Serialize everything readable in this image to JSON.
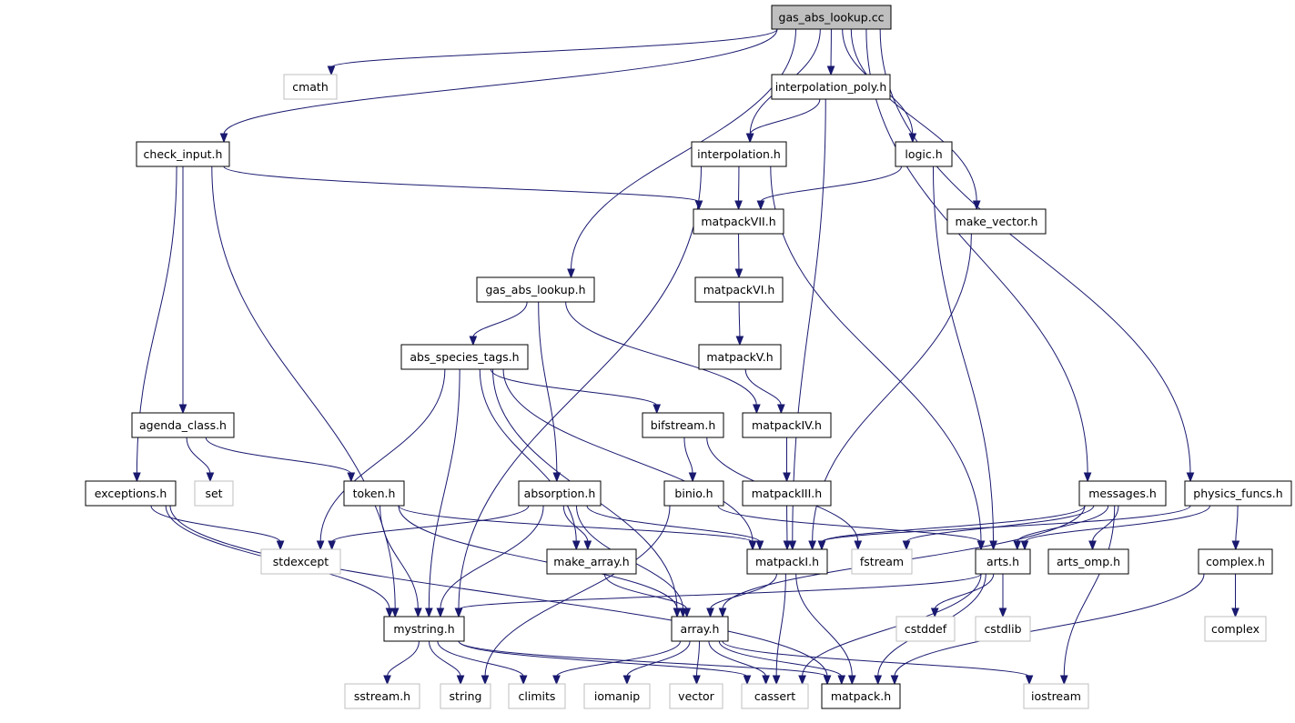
{
  "graph": {
    "edge_color": "#191970",
    "root_fill": "#bfbfbf",
    "local_border": "#000000",
    "system_border": "#bfbfbf",
    "nodes": [
      {
        "id": "gas_abs_lookup_cc",
        "label": "gas_abs_lookup.cc",
        "kind": "root"
      },
      {
        "id": "cmath",
        "label": "cmath",
        "kind": "system"
      },
      {
        "id": "interpolation_poly_h",
        "label": "interpolation_poly.h",
        "kind": "local"
      },
      {
        "id": "check_input_h",
        "label": "check_input.h",
        "kind": "local"
      },
      {
        "id": "interpolation_h",
        "label": "interpolation.h",
        "kind": "local"
      },
      {
        "id": "logic_h",
        "label": "logic.h",
        "kind": "local"
      },
      {
        "id": "matpackVII_h",
        "label": "matpackVII.h",
        "kind": "local"
      },
      {
        "id": "make_vector_h",
        "label": "make_vector.h",
        "kind": "local"
      },
      {
        "id": "gas_abs_lookup_h",
        "label": "gas_abs_lookup.h",
        "kind": "local"
      },
      {
        "id": "matpackVI_h",
        "label": "matpackVI.h",
        "kind": "local"
      },
      {
        "id": "abs_species_tags_h",
        "label": "abs_species_tags.h",
        "kind": "local"
      },
      {
        "id": "matpackV_h",
        "label": "matpackV.h",
        "kind": "local"
      },
      {
        "id": "agenda_class_h",
        "label": "agenda_class.h",
        "kind": "local"
      },
      {
        "id": "bifstream_h",
        "label": "bifstream.h",
        "kind": "local"
      },
      {
        "id": "matpackIV_h",
        "label": "matpackIV.h",
        "kind": "local"
      },
      {
        "id": "exceptions_h",
        "label": "exceptions.h",
        "kind": "local"
      },
      {
        "id": "set",
        "label": "set",
        "kind": "system"
      },
      {
        "id": "token_h",
        "label": "token.h",
        "kind": "local"
      },
      {
        "id": "absorption_h",
        "label": "absorption.h",
        "kind": "local"
      },
      {
        "id": "binio_h",
        "label": "binio.h",
        "kind": "local"
      },
      {
        "id": "matpackIII_h",
        "label": "matpackIII.h",
        "kind": "local"
      },
      {
        "id": "messages_h",
        "label": "messages.h",
        "kind": "local"
      },
      {
        "id": "physics_funcs_h",
        "label": "physics_funcs.h",
        "kind": "local"
      },
      {
        "id": "stdexcept",
        "label": "stdexcept",
        "kind": "system"
      },
      {
        "id": "make_array_h",
        "label": "make_array.h",
        "kind": "local"
      },
      {
        "id": "matpackI_h",
        "label": "matpackI.h",
        "kind": "local"
      },
      {
        "id": "fstream",
        "label": "fstream",
        "kind": "system"
      },
      {
        "id": "arts_h",
        "label": "arts.h",
        "kind": "local"
      },
      {
        "id": "arts_omp_h",
        "label": "arts_omp.h",
        "kind": "local"
      },
      {
        "id": "complex_h",
        "label": "complex.h",
        "kind": "local"
      },
      {
        "id": "mystring_h",
        "label": "mystring.h",
        "kind": "local"
      },
      {
        "id": "array_h",
        "label": "array.h",
        "kind": "local"
      },
      {
        "id": "cstddef",
        "label": "cstddef",
        "kind": "system"
      },
      {
        "id": "cstdlib",
        "label": "cstdlib",
        "kind": "system"
      },
      {
        "id": "complex",
        "label": "complex",
        "kind": "system"
      },
      {
        "id": "sstream_h",
        "label": "sstream.h",
        "kind": "system"
      },
      {
        "id": "string",
        "label": "string",
        "kind": "system"
      },
      {
        "id": "climits",
        "label": "climits",
        "kind": "system"
      },
      {
        "id": "iomanip",
        "label": "iomanip",
        "kind": "system"
      },
      {
        "id": "vector",
        "label": "vector",
        "kind": "system"
      },
      {
        "id": "cassert",
        "label": "cassert",
        "kind": "system"
      },
      {
        "id": "matpack_h",
        "label": "matpack.h",
        "kind": "local"
      },
      {
        "id": "iostream",
        "label": "iostream",
        "kind": "system"
      }
    ],
    "edges": [
      [
        "gas_abs_lookup_cc",
        "cmath"
      ],
      [
        "gas_abs_lookup_cc",
        "check_input_h"
      ],
      [
        "gas_abs_lookup_cc",
        "interpolation_poly_h"
      ],
      [
        "gas_abs_lookup_cc",
        "interpolation_h"
      ],
      [
        "gas_abs_lookup_cc",
        "logic_h"
      ],
      [
        "gas_abs_lookup_cc",
        "make_vector_h"
      ],
      [
        "gas_abs_lookup_cc",
        "gas_abs_lookup_h"
      ],
      [
        "gas_abs_lookup_cc",
        "messages_h"
      ],
      [
        "gas_abs_lookup_cc",
        "physics_funcs_h"
      ],
      [
        "interpolation_poly_h",
        "interpolation_h"
      ],
      [
        "interpolation_poly_h",
        "matpackI_h"
      ],
      [
        "check_input_h",
        "matpackVII_h"
      ],
      [
        "check_input_h",
        "agenda_class_h"
      ],
      [
        "check_input_h",
        "exceptions_h"
      ],
      [
        "check_input_h",
        "mystring_h"
      ],
      [
        "interpolation_h",
        "matpackVII_h"
      ],
      [
        "interpolation_h",
        "mystring_h"
      ],
      [
        "interpolation_h",
        "arts_h"
      ],
      [
        "logic_h",
        "matpackVII_h"
      ],
      [
        "logic_h",
        "arts_h"
      ],
      [
        "make_vector_h",
        "matpackI_h"
      ],
      [
        "matpackVII_h",
        "matpackVI_h"
      ],
      [
        "matpackVI_h",
        "matpackV_h"
      ],
      [
        "matpackV_h",
        "matpackIV_h"
      ],
      [
        "matpackIV_h",
        "matpackIII_h"
      ],
      [
        "matpackIII_h",
        "matpackI_h"
      ],
      [
        "gas_abs_lookup_h",
        "abs_species_tags_h"
      ],
      [
        "gas_abs_lookup_h",
        "absorption_h"
      ],
      [
        "gas_abs_lookup_h",
        "matpackIV_h"
      ],
      [
        "abs_species_tags_h",
        "bifstream_h"
      ],
      [
        "abs_species_tags_h",
        "stdexcept"
      ],
      [
        "abs_species_tags_h",
        "make_array_h"
      ],
      [
        "abs_species_tags_h",
        "matpackI_h"
      ],
      [
        "abs_species_tags_h",
        "array_h"
      ],
      [
        "abs_species_tags_h",
        "mystring_h"
      ],
      [
        "agenda_class_h",
        "set"
      ],
      [
        "agenda_class_h",
        "token_h"
      ],
      [
        "bifstream_h",
        "binio_h"
      ],
      [
        "bifstream_h",
        "fstream"
      ],
      [
        "exceptions_h",
        "stdexcept"
      ],
      [
        "exceptions_h",
        "mystring_h"
      ],
      [
        "exceptions_h",
        "matpack_h"
      ],
      [
        "token_h",
        "matpackI_h"
      ],
      [
        "token_h",
        "mystring_h"
      ],
      [
        "token_h",
        "array_h"
      ],
      [
        "absorption_h",
        "stdexcept"
      ],
      [
        "absorption_h",
        "make_array_h"
      ],
      [
        "absorption_h",
        "matpackI_h"
      ],
      [
        "absorption_h",
        "array_h"
      ],
      [
        "absorption_h",
        "mystring_h"
      ],
      [
        "binio_h",
        "arts_h"
      ],
      [
        "binio_h",
        "string"
      ],
      [
        "messages_h",
        "matpackI_h"
      ],
      [
        "messages_h",
        "fstream"
      ],
      [
        "messages_h",
        "arts_h"
      ],
      [
        "messages_h",
        "arts_omp_h"
      ],
      [
        "messages_h",
        "array_h"
      ],
      [
        "messages_h",
        "iostream"
      ],
      [
        "physics_funcs_h",
        "matpackI_h"
      ],
      [
        "physics_funcs_h",
        "arts_h"
      ],
      [
        "physics_funcs_h",
        "complex_h"
      ],
      [
        "make_array_h",
        "array_h"
      ],
      [
        "matpackI_h",
        "array_h"
      ],
      [
        "matpackI_h",
        "cassert"
      ],
      [
        "matpackI_h",
        "matpack_h"
      ],
      [
        "arts_h",
        "cstddef"
      ],
      [
        "arts_h",
        "cstdlib"
      ],
      [
        "arts_h",
        "mystring_h"
      ],
      [
        "arts_h",
        "matpack_h"
      ],
      [
        "arts_h",
        "cassert"
      ],
      [
        "complex_h",
        "complex"
      ],
      [
        "complex_h",
        "matpack_h"
      ],
      [
        "mystring_h",
        "sstream_h"
      ],
      [
        "mystring_h",
        "string"
      ],
      [
        "mystring_h",
        "climits"
      ],
      [
        "mystring_h",
        "cassert"
      ],
      [
        "mystring_h",
        "matpack_h"
      ],
      [
        "array_h",
        "climits"
      ],
      [
        "array_h",
        "iomanip"
      ],
      [
        "array_h",
        "vector"
      ],
      [
        "array_h",
        "cassert"
      ],
      [
        "array_h",
        "matpack_h"
      ],
      [
        "array_h",
        "iostream"
      ]
    ]
  }
}
